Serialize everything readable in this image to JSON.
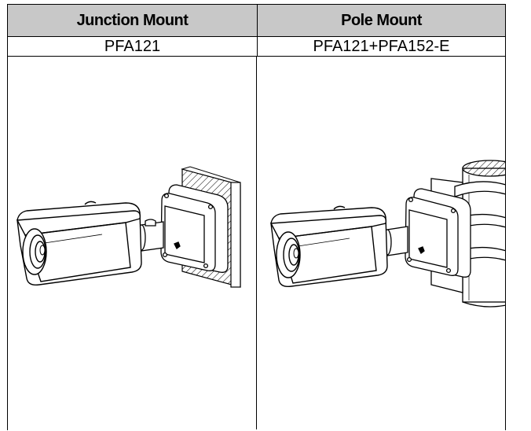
{
  "table": {
    "headers": [
      "Junction Mount",
      "Pole Mount"
    ],
    "models": [
      "PFA121",
      "PFA121+PFA152-E"
    ]
  },
  "illustrations": {
    "left": "camera-on-junction-box-wall-mount",
    "right": "camera-on-junction-box-pole-mount"
  },
  "colors": {
    "header_bg": "#c8c8c8",
    "line": "#000000"
  }
}
